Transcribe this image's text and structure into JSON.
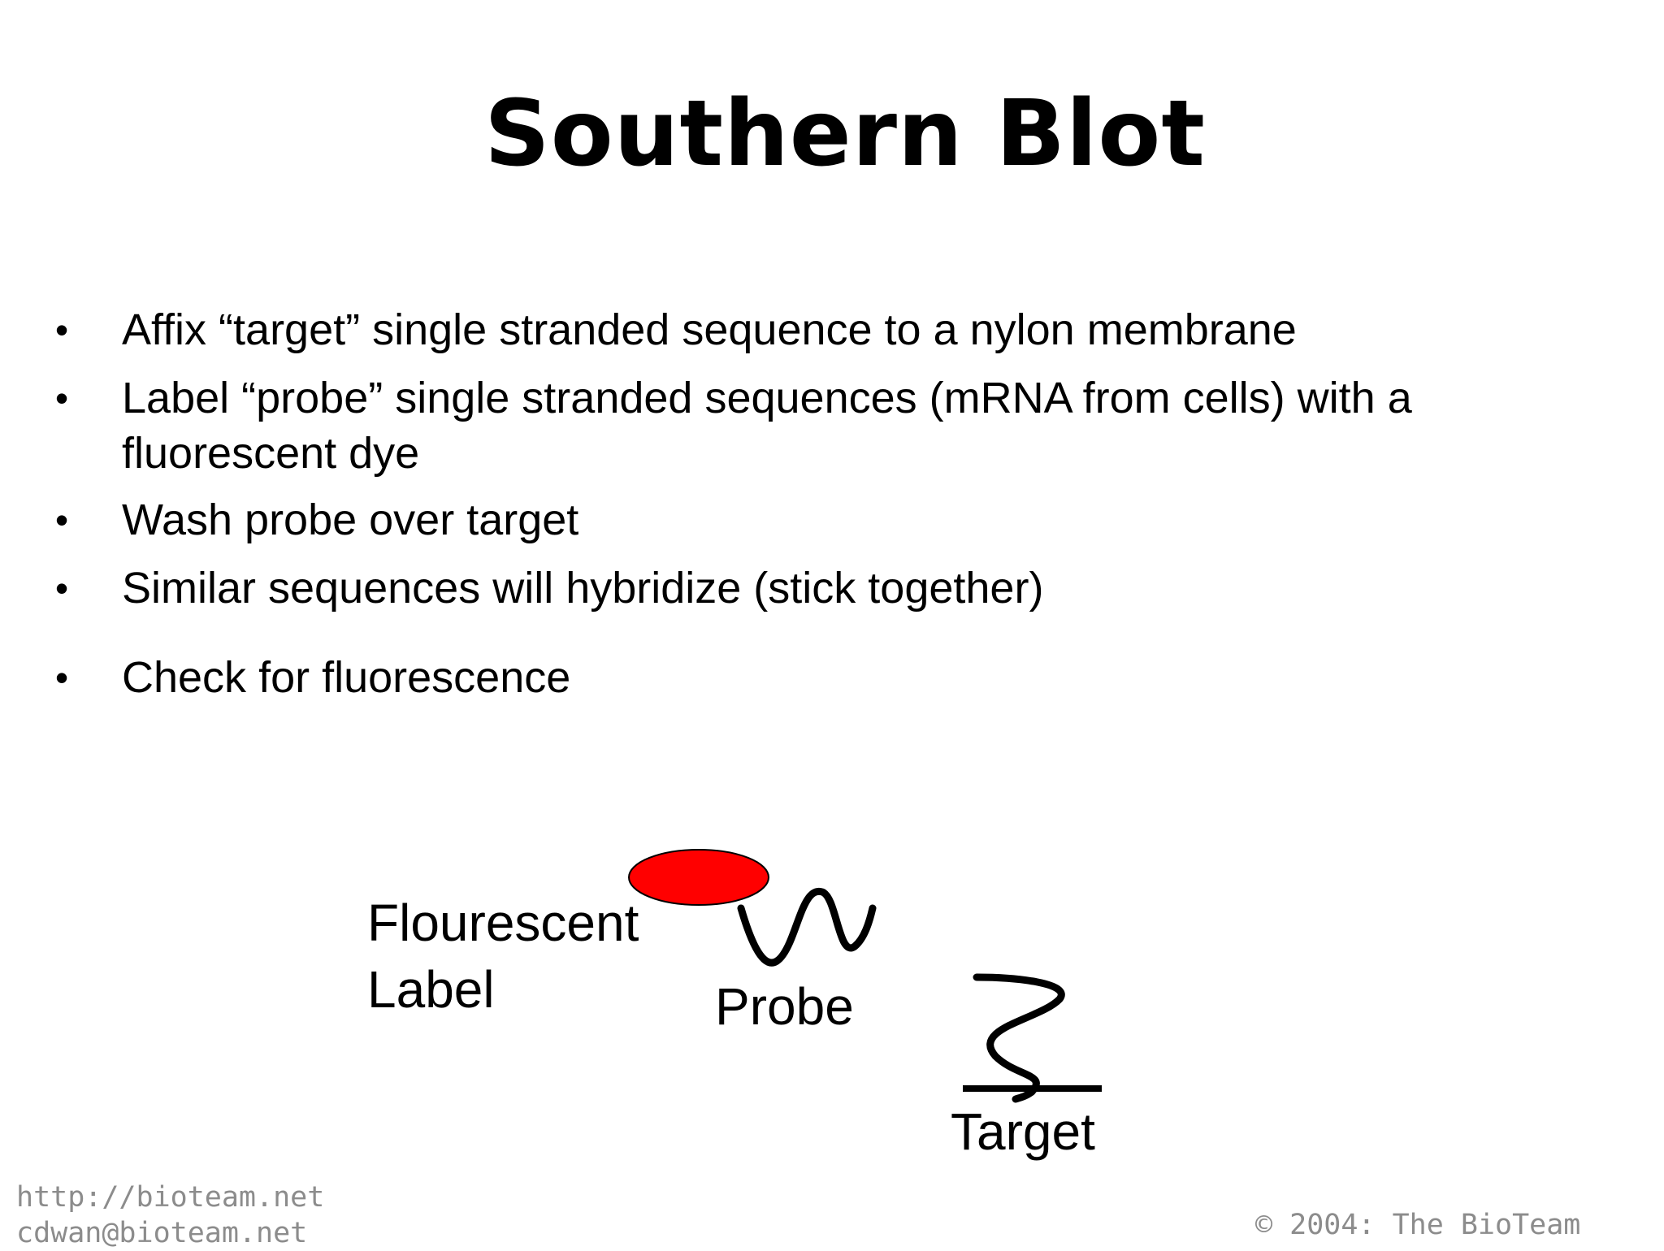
{
  "slide": {
    "title": "Southern Blot",
    "bullet_symbol": "•",
    "bullets": [
      "Affix “target” single stranded sequence to a nylon membrane",
      "Label “probe” single stranded sequences (mRNA from cells) with a fluorescent dye",
      "Wash probe over target",
      "Similar sequences will hybridize (stick together)",
      "Check for fluorescence"
    ]
  },
  "diagram": {
    "fluorescent_label_line1": "Flourescent",
    "fluorescent_label_line2": "Label",
    "probe_label": "Probe",
    "target_label": "Target",
    "label_color": "#ff0000"
  },
  "footer": {
    "url": "http://bioteam.net",
    "email": "cdwan@bioteam.net",
    "copyright": "© 2004:  The BioTeam"
  }
}
